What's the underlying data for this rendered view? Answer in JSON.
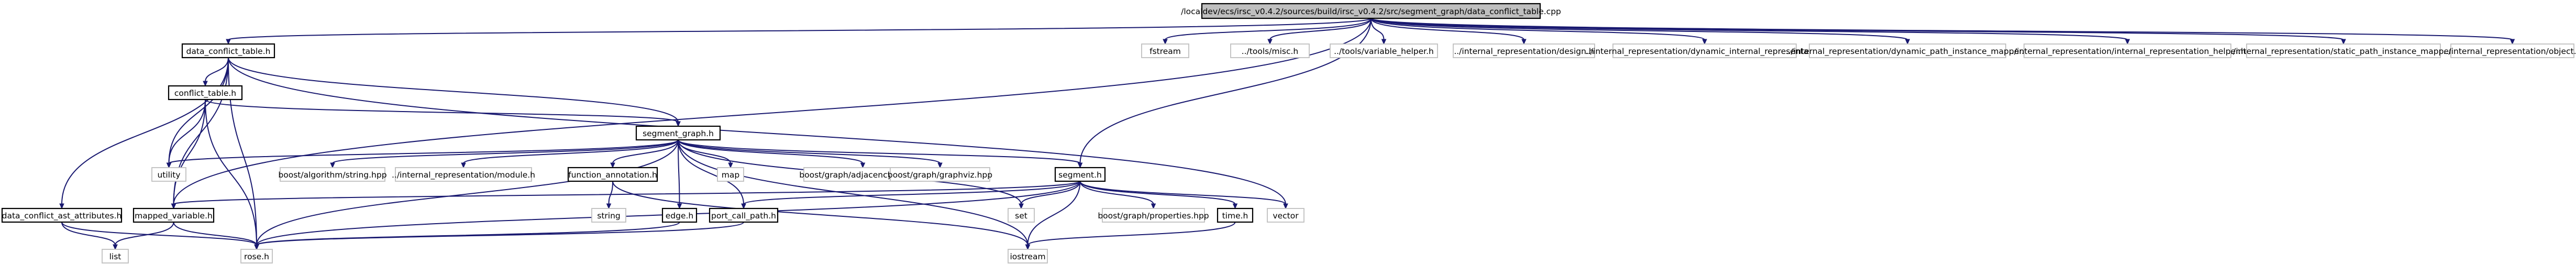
{
  "diagram": {
    "nodes": {
      "root": "/localdev/ecs/irsc_v0.4.2/sources/build/irsc_v0.4.2/src/segment_graph/data_conflict_table.cpp",
      "data_conflict_table_h": "data_conflict_table.h",
      "fstream": "fstream",
      "tools_misc_h": "../tools/misc.h",
      "tools_variable_helper_h": "../tools/variable_helper.h",
      "ir_design_h": "../internal_representation/design.h",
      "ir_dynamic_internal_representation": "../internal_representation/dynamic_internal_representation",
      "ir_dynamic_path_instance_mapper_h": "../internal_representation/dynamic_path_instance_mapper.h",
      "ir_internal_representation_helper_h": "../internal_representation/internal_representation_helper.h",
      "ir_static_path_instance_mapper_h": "../internal_representation/static_path_instance_mapper.h",
      "ir_object_h": "../internal_representation/object.h",
      "conflict_table_h": "conflict_table.h",
      "segment_graph_h": "segment_graph.h",
      "utility": "utility",
      "boost_algorithm_string_hpp": "boost/algorithm/string.hpp",
      "ir_module_h": "../internal_representation/module.h",
      "function_annotation_h": "function_annotation.h",
      "map": "map",
      "boost_graph_adjacency_list_hpp": "boost/graph/adjacency_list.hpp",
      "boost_graph_graphviz_hpp": "boost/graph/graphviz.hpp",
      "segment_h": "segment.h",
      "data_conflict_ast_attributes_h": "data_conflict_ast_attributes.h",
      "mapped_variable_h": "mapped_variable.h",
      "string": "string",
      "edge_h": "edge.h",
      "port_call_path_h": "port_call_path.h",
      "boost_graph_properties_hpp": "boost/graph/properties.hpp",
      "time_h": "time.h",
      "set": "set",
      "vector": "vector",
      "list": "list",
      "rose_h": "rose.h",
      "iostream": "iostream"
    },
    "colors": {
      "edge": "#191970",
      "root_fill": "#bfbfbf",
      "documented_border": "#000000",
      "external_border": "#bfbfbf"
    }
  }
}
